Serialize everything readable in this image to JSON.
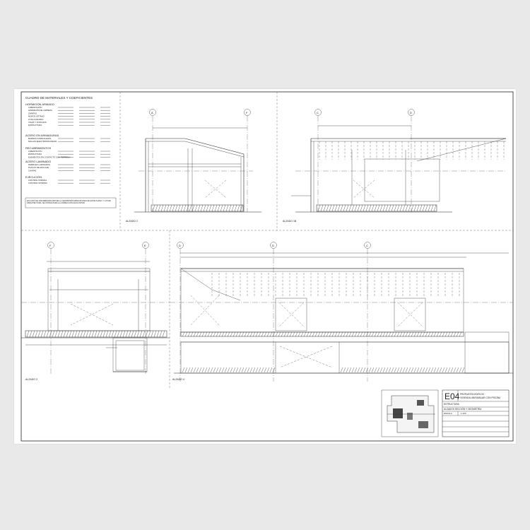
{
  "sheet": {
    "id": "E04",
    "title_block": {
      "project_line_1": "PROPUESTA EDIFICIO",
      "project_line_2": "VIVIENDA UNIFAMILIAR CON PISCINA",
      "content_line_1": "ESTRUCTURA",
      "content_line_2": "ALZADOS SECCIÓN Y GEOMETRÍA",
      "scale_label": "ESCALA",
      "scale_value": "1:100"
    }
  },
  "materials_table": {
    "title": "CUADRO DE MATERIALES Y COEFICIENTES",
    "sections": [
      {
        "heading": "HORMIGÓN ARMADO",
        "rows": [
          "CIMENTACIÓN",
          "HORMIGÓN DE LIMPIEZA",
          "ZAPATAS",
          "MUROS SÓTANO",
          "LOSA FORJADO",
          "VIGAS Y ZUNCHOS",
          "ESTRUCTURA"
        ]
      },
      {
        "heading": "ACERO EN ARMADURAS",
        "rows": [
          "BARRAS CORRUGADAS",
          "MALLAS ELECTROSOLDADAS"
        ]
      },
      {
        "heading": "RECUBRIMIENTOS",
        "rows": [
          "CIMENTACIÓN",
          "ESTRUCTURA",
          "ELEMENTOS EN CONTACTO CON TERRENO"
        ]
      },
      {
        "heading": "ACERO LAMINADO",
        "rows": [
          "PERFILES LAMINADOS",
          "PLACAS DE ANCLAJE",
          "CHAPAS"
        ]
      },
      {
        "heading": "EJECUCIÓN",
        "rows": [
          "CONTROL NORMAL",
          "CONTROL INTENSO"
        ]
      }
    ],
    "note": "EN CASO DE DISCREPANCIA ENTRE LA GEOMETRÍA ESPECIFICADA EN ESTE PLANO Y LOS DE ARQUITECTURA, SE CONSULTARÁ A LA DIRECCIÓN FACULTATIVA"
  },
  "drawings": {
    "top_middle": {
      "axes": [
        "A",
        "F"
      ],
      "label": "ALZADO 2"
    },
    "top_right": {
      "axes": [
        "C",
        "D"
      ],
      "label": "ALZADO 1B"
    },
    "bottom_left": {
      "axes": [
        "F",
        "E"
      ],
      "label": "ALZADO 3"
    },
    "bottom_right": {
      "axes": [
        "D",
        "D",
        "C"
      ],
      "label": "ALZADO 4"
    }
  }
}
